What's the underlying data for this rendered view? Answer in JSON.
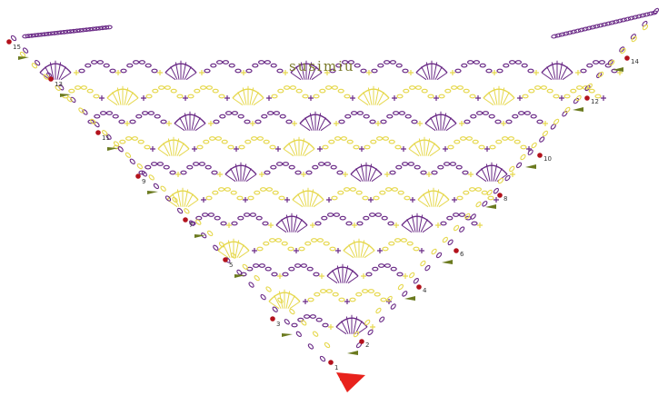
{
  "watermark": "susimiu",
  "row_numbers_left": [
    "15",
    "13",
    "11",
    "9",
    "7",
    "5",
    "3",
    "1"
  ],
  "row_numbers_right": [
    "14",
    "12",
    "10",
    "8",
    "6",
    "4",
    "2"
  ],
  "colors": {
    "purple": "#6a2a86",
    "yellow": "#e6d84e",
    "start_marker": "#e8221c",
    "row_start_dot": "#b3121c",
    "row_end_arrow": "#6b7a1f"
  },
  "icons": {
    "start": "red-triangle-start-marker",
    "row_start": "red-dot-icon",
    "row_end": "green-arrow-icon"
  }
}
